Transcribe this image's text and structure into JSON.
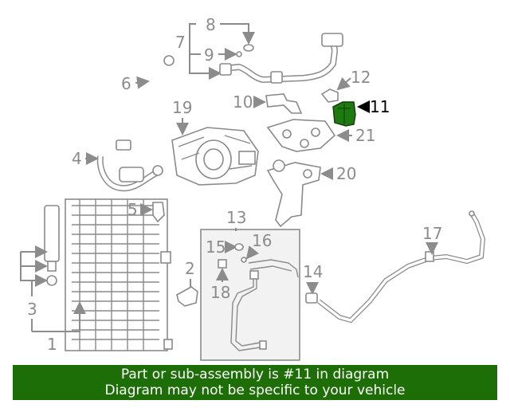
{
  "callouts": {
    "c1": "1",
    "c2": "2",
    "c3": "3",
    "c4": "4",
    "c5": "5",
    "c6": "6",
    "c7": "7",
    "c8": "8",
    "c9": "9",
    "c10": "10",
    "c11": "11",
    "c12": "12",
    "c13": "13",
    "c14": "14",
    "c15": "15",
    "c16": "16",
    "c17": "17",
    "c18": "18",
    "c19": "19",
    "c20": "20",
    "c21": "21"
  },
  "highlight": {
    "part": "11",
    "color": "#1e7a10"
  },
  "banner": {
    "line1": "Part or sub-assembly is #11 in diagram",
    "line2": "Diagram may not be specific to your vehicle",
    "background": "#1e6e08"
  }
}
